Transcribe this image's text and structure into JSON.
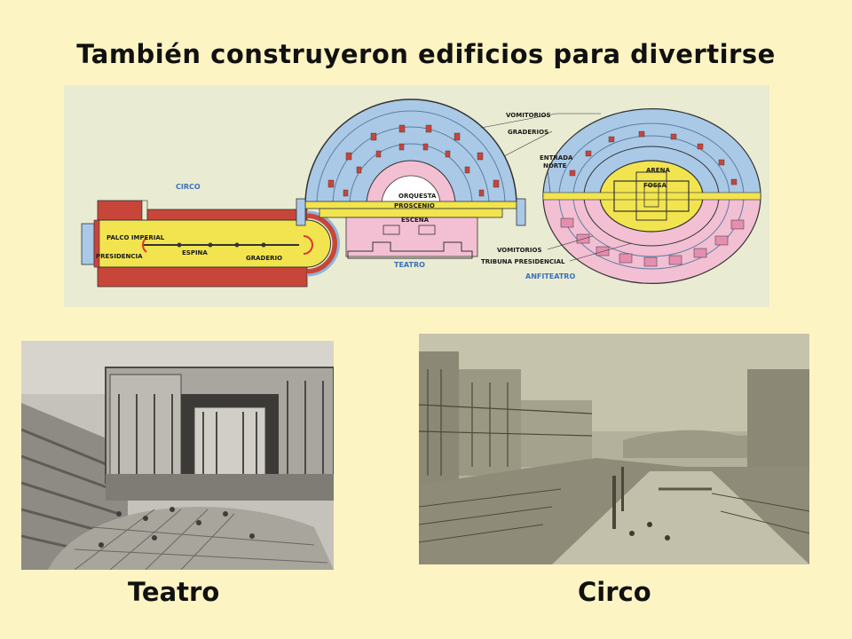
{
  "title": "También construyeron edificios para divertirse",
  "plan": {
    "labels": {
      "circo": "CIRCO",
      "palco_imperial": "PALCO IMPERIAL",
      "presidencia": "PRESIDENCIA",
      "espina": "ESPINA",
      "graderio": "GRADERIO",
      "orquesta": "ORQUESTA",
      "proscenio": "PROSCENIO",
      "escena": "ESCENA",
      "teatro": "TEATRO",
      "vomitorios_top": "VOMITORIOS",
      "graderios": "GRADERIOS",
      "entrada": "ENTRADA",
      "norte": "NORTE",
      "arena": "ARENA",
      "fossa": "FOSSA",
      "vomitorios_bottom": "VOMITORIOS",
      "tribuna_presidencial": "TRIBUNA  PRESIDENCIAL",
      "anfiteatro": "ANFITEATRO"
    },
    "colors": {
      "blue": "#a9c9e6",
      "yellow": "#f1e44f",
      "red": "#c8453a",
      "pink": "#f3bfd3",
      "label_blue": "#3a72b9"
    }
  },
  "captions": {
    "teatro": "Teatro",
    "circo": "Circo"
  }
}
